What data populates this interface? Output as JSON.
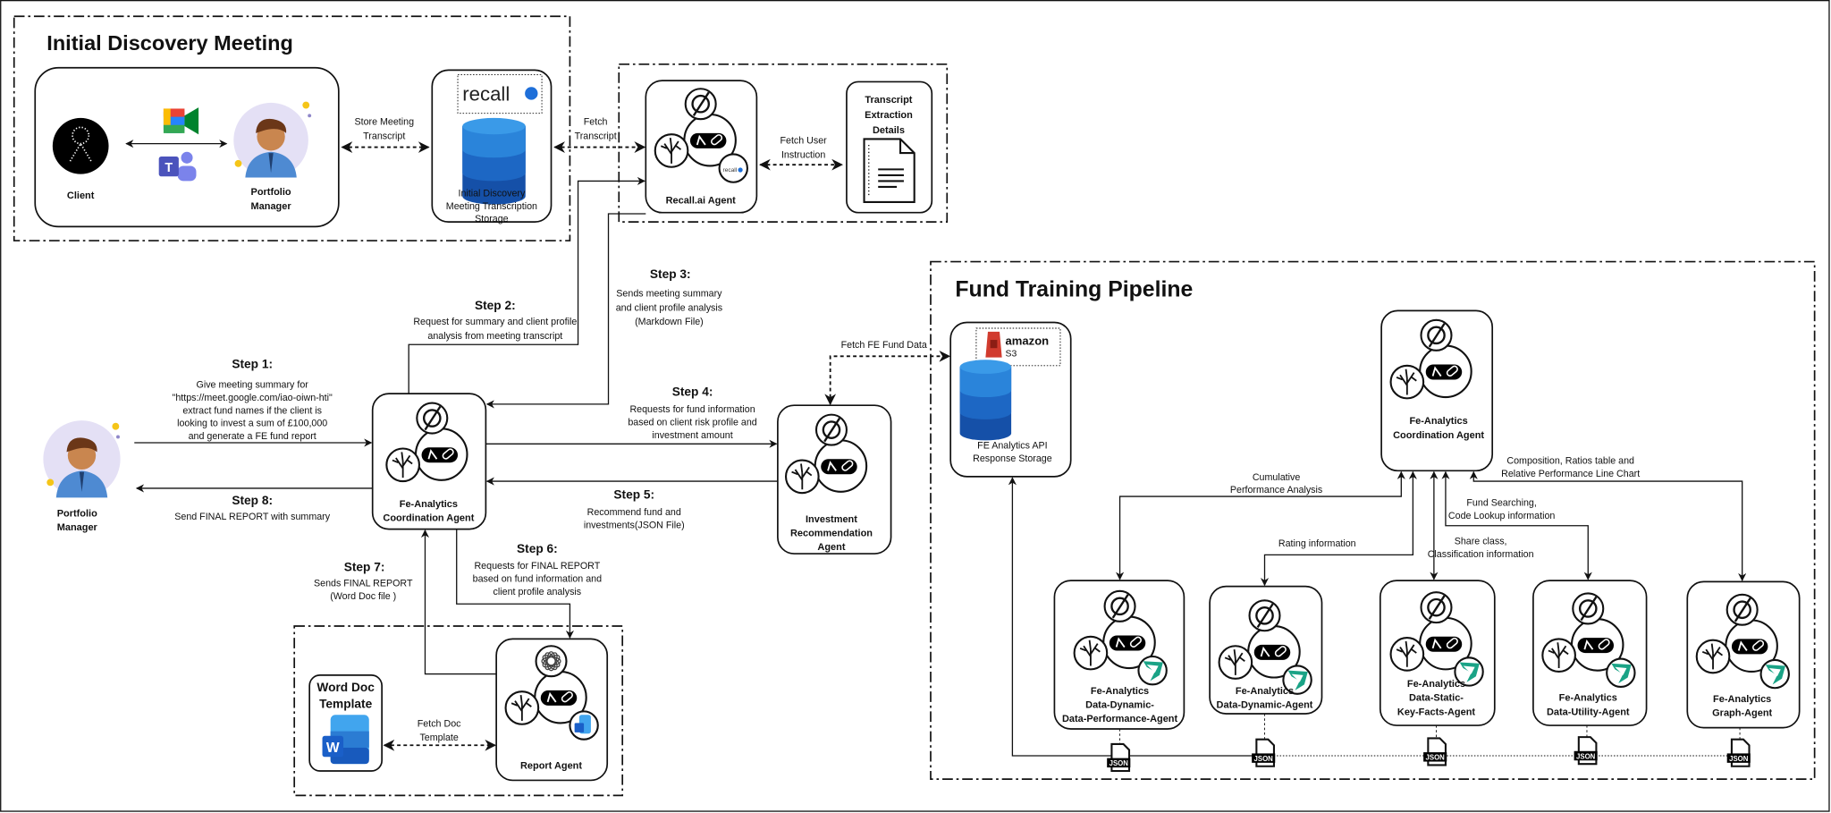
{
  "colors": {
    "accent_blue": "#1e6fd9",
    "cylinder_top": "#3a9ae8",
    "cylinder_mid": "#1d67c4",
    "cylinder_bottom": "#1550a8",
    "avatar_bg": "#e4e0f5",
    "fe_green": "#1aa386",
    "aws_red": "#d13b2e",
    "word_blue": "#1a5fc8"
  },
  "discovery": {
    "title": "Initial Discovery Meeting",
    "client_label": "Client",
    "pm_label": [
      "Portfolio",
      "Manager"
    ],
    "store_label": [
      "Store Meeting",
      "Transcript"
    ],
    "storage_brand": "recall",
    "storage_label": [
      "Initial Discovery",
      "Meeting Transcription",
      "Storage"
    ],
    "icons": [
      "client-icon",
      "google-meet-icon",
      "ms-teams-icon",
      "portfolio-manager-avatar"
    ]
  },
  "recall": {
    "fetch_transcript": [
      "Fetch",
      "Transcript"
    ],
    "agent_label": "Recall.ai Agent",
    "badge": "recall",
    "fetch_user_instruction": [
      "Fetch User",
      "Instruction"
    ],
    "transcript_title": [
      "Transcript",
      "Extraction",
      "Details"
    ]
  },
  "main": {
    "pm_label": [
      "Portfolio",
      "Manager"
    ],
    "coordination_label": [
      "Fe-Analytics",
      "Coordination Agent"
    ],
    "investment_label": [
      "Investment",
      "Recommendation",
      "Agent"
    ],
    "fetch_fe_fund_data": "Fetch FE Fund Data"
  },
  "steps": [
    {
      "title": "Step 1:",
      "lines": [
        "Give meeting summary for",
        "\"https://meet.google.com/iao-oiwn-hti\"",
        "extract fund names if the client is",
        "looking to invest a sum of £100,000",
        "and generate a FE fund report"
      ]
    },
    {
      "title": "Step 2:",
      "lines": [
        "Request for summary and client profile",
        "analysis from meeting transcript"
      ]
    },
    {
      "title": "Step 3:",
      "lines": [
        "Sends meeting summary",
        "and client profile analysis",
        "(Markdown File)"
      ]
    },
    {
      "title": "Step 4:",
      "lines": [
        "Requests for fund information",
        "based on client risk profile and",
        "investment amount"
      ]
    },
    {
      "title": "Step 5:",
      "lines": [
        "Recommend fund and",
        "investments(JSON File)"
      ]
    },
    {
      "title": "Step 6:",
      "lines": [
        "Requests for FINAL REPORT",
        "based on fund information and",
        "client profile analysis"
      ]
    },
    {
      "title": "Step 7:",
      "lines": [
        "Sends FINAL REPORT",
        "(Word Doc file )"
      ]
    },
    {
      "title": "Step 8:",
      "lines": [
        "Send FINAL REPORT with summary"
      ]
    }
  ],
  "report": {
    "template_title": [
      "Word Doc",
      "Template"
    ],
    "fetch_doc_template": [
      "Fetch Doc",
      "Template"
    ],
    "agent_label": "Report Agent"
  },
  "pipeline": {
    "title": "Fund Training Pipeline",
    "storage_brand": [
      "amazon",
      "S3"
    ],
    "storage_label": [
      "FE Analytics API",
      "Response Storage"
    ],
    "coordination_label": [
      "Fe-Analytics",
      "Coordination Agent"
    ],
    "links": [
      [
        "Cumulative",
        "Performance Analysis"
      ],
      [
        "Rating information"
      ],
      [
        "Share class,",
        "Classification information"
      ],
      [
        "Fund Searching,",
        "Code Lookup information"
      ],
      [
        "Composition, Ratios table and",
        "Relative Performance Line Chart"
      ]
    ],
    "agents": [
      [
        "Fe-Analytics",
        "Data-Dynamic-",
        "Data-Performance-Agent"
      ],
      [
        "Fe-Analytics",
        "Data-Dynamic-Agent"
      ],
      [
        "Fe-Analytics",
        "Data-Static-",
        "Key-Facts-Agent"
      ],
      [
        "Fe-Analytics",
        "Data-Utility-Agent"
      ],
      [
        "Fe-Analytics",
        "Graph-Agent"
      ]
    ],
    "json_label": "JSON"
  }
}
